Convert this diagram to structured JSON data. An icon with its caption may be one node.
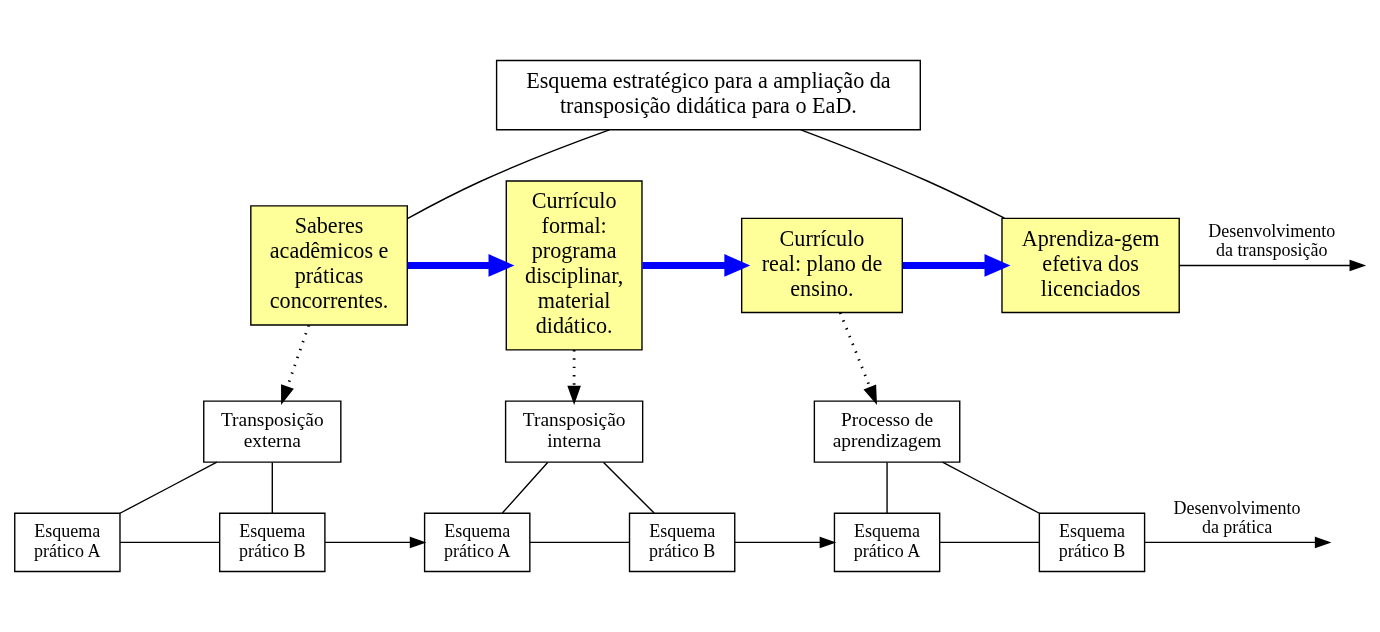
{
  "diagram": {
    "nodes": [
      {
        "text": [
          "Esquema estratégico para a ampliação da transposição didática para o EaD."
        ]
      },
      {
        "text": [
          "Saberes acadêmicos e práticas concorrentes."
        ]
      },
      {
        "text": [
          "Currículo formal: programa disciplinar, material didático."
        ]
      },
      {
        "text": [
          "Currículo real: plano de ensino."
        ]
      },
      {
        "text": [
          "Aprendiza-gem efetiva dos licenciados"
        ]
      },
      {
        "text": [
          "Transposição externa"
        ]
      },
      {
        "text": [
          "Esquema prático A"
        ]
      },
      {
        "text": [
          "Esquema prático B"
        ]
      },
      {
        "text": [
          "Transposição interna"
        ]
      },
      {
        "text": [
          "Esquema prático A"
        ]
      },
      {
        "text": [
          "Esquema prático B"
        ]
      },
      {
        "text": [
          "Processo de aprendizagem"
        ]
      },
      {
        "text": [
          "Esquema prático A"
        ]
      },
      {
        "text": [
          "Esquema prático B"
        ]
      }
    ],
    "edges": [
      {
        "from": 0,
        "to": 1,
        "arrow": "none"
      },
      {
        "from": 0,
        "to": 4,
        "arrow": "none"
      },
      {
        "from": 1,
        "to": 2,
        "arrow": "to",
        "style": "thick",
        "color": "#0000ff"
      },
      {
        "from": 2,
        "to": 3,
        "arrow": "to",
        "style": "thick",
        "color": "#0000ff"
      },
      {
        "from": 3,
        "to": 4,
        "arrow": "to",
        "style": "thick",
        "color": "#0000ff"
      },
      {
        "from": 4,
        "to": null,
        "arrow": "to",
        "label": "Desenvolvimento da transposição"
      },
      {
        "from": 1,
        "to": 5,
        "arrow": "to",
        "style": "dashed"
      },
      {
        "from": 2,
        "to": 8,
        "arrow": "to",
        "style": "dashed"
      },
      {
        "from": 3,
        "to": 11,
        "arrow": "to",
        "style": "dashed"
      },
      {
        "from": 5,
        "to": 6,
        "arrow": "none"
      },
      {
        "from": 5,
        "to": 7,
        "arrow": "none"
      },
      {
        "from": 6,
        "to": 7,
        "arrow": "none"
      },
      {
        "from": 7,
        "to": 9,
        "arrow": "to"
      },
      {
        "from": 8,
        "to": 9,
        "arrow": "none"
      },
      {
        "from": 8,
        "to": 10,
        "arrow": "none"
      },
      {
        "from": 9,
        "to": 10,
        "arrow": "none"
      },
      {
        "from": 10,
        "to": 12,
        "arrow": "to"
      },
      {
        "from": 11,
        "to": 12,
        "arrow": "none"
      },
      {
        "from": 11,
        "to": 13,
        "arrow": "none"
      },
      {
        "from": 12,
        "to": 13,
        "arrow": "none"
      },
      {
        "from": 13,
        "to": null,
        "arrow": "to",
        "label": "Desenvolvimento da prática"
      }
    ]
  }
}
